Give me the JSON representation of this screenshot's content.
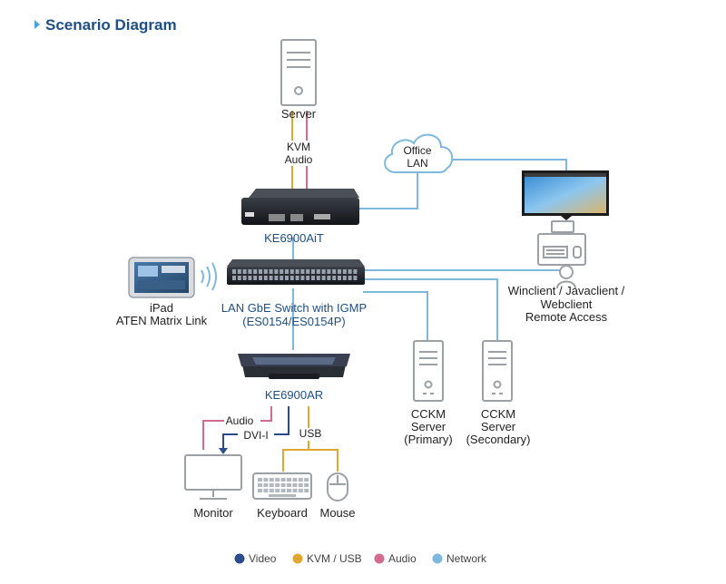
{
  "header": {
    "title": "Scenario Diagram"
  },
  "colors": {
    "video": "#2b4c8c",
    "kvm_usb": "#e0a72e",
    "audio": "#d46a8e",
    "network": "#7db8de",
    "title": "#1d4f86",
    "device_label_blue": "#1d4f86"
  },
  "devices": {
    "server": "Server",
    "kvm_label": "KVM",
    "audio_label": "Audio",
    "office_lan_line1": "Office",
    "office_lan_line2": "LAN",
    "transmitter": "KE6900AiT",
    "switch_line1": "LAN GbE Switch with IGMP",
    "switch_line2": "(ES0154/ES0154P)",
    "ipad_line1": "iPad",
    "ipad_line2": "ATEN Matrix Link",
    "clients_line1": "Winclient / Javaclient /",
    "clients_line2": "Webclient",
    "clients_line3": "Remote Access",
    "receiver": "KE6900AR",
    "rx_audio": "Audio",
    "rx_dvi": "DVI-I",
    "rx_usb": "USB",
    "monitor": "Monitor",
    "keyboard": "Keyboard",
    "mouse": "Mouse",
    "cckm1_line1": "CCKM",
    "cckm1_line2": "Server",
    "cckm1_line3": "(Primary)",
    "cckm2_line1": "CCKM",
    "cckm2_line2": "Server",
    "cckm2_line3": "(Secondary)"
  },
  "legend": [
    {
      "label": "Video",
      "color": "#2b4c8c"
    },
    {
      "label": "KVM / USB",
      "color": "#e0a72e"
    },
    {
      "label": "Audio",
      "color": "#d46a8e"
    },
    {
      "label": "Network",
      "color": "#7db8de"
    }
  ]
}
